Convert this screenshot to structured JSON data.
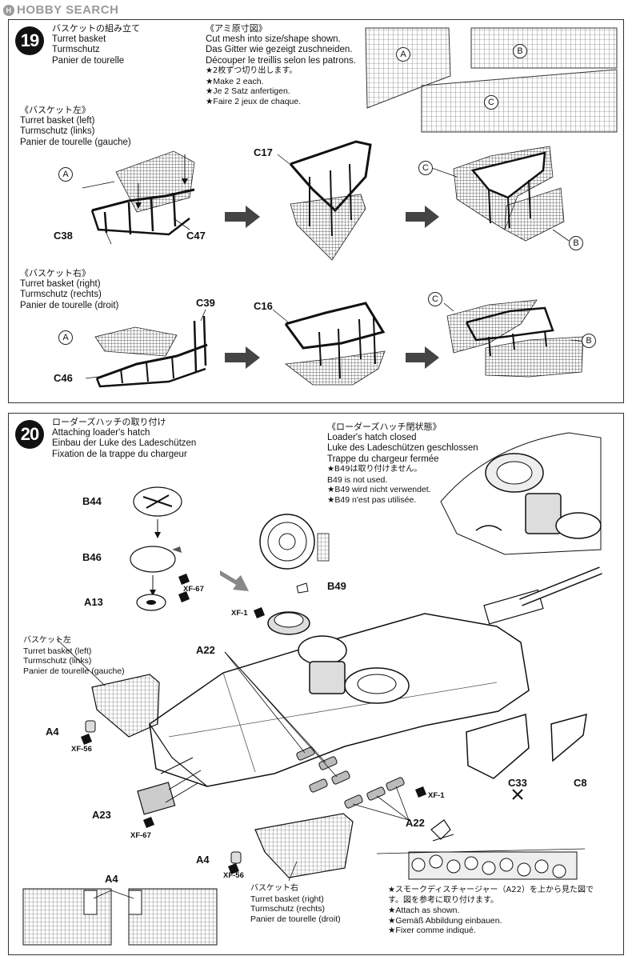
{
  "watermark": "HOBBY SEARCH",
  "step19": {
    "number": "19",
    "title_lines": [
      "バスケットの組み立て",
      "Turret basket",
      "Turmschutz",
      "Panier de tourelle"
    ],
    "mesh_title": "《アミ原寸図》",
    "mesh_lines": [
      "Cut mesh into size/shape shown.",
      "Das Gitter wie gezeigt zuschneiden.",
      "Découper le treillis selon les patrons."
    ],
    "make_lines": [
      "★2枚ずつ切り出します。",
      "★Make 2 each.",
      "★Je 2 Satz anfertigen.",
      "★Faire 2 jeux de chaque."
    ],
    "mesh_labels": [
      "A",
      "B",
      "C"
    ],
    "left": {
      "title_lines": [
        "《バスケット左》",
        "Turret basket (left)",
        "Turmschutz (links)",
        "Panier de tourelle (gauche)"
      ],
      "parts": {
        "a": "A",
        "c38": "C38",
        "c47": "C47",
        "c17": "C17",
        "c": "C",
        "b": "B"
      }
    },
    "right": {
      "title_lines": [
        "《バスケット右》",
        "Turret basket (right)",
        "Turmschutz (rechts)",
        "Panier de tourelle (droit)"
      ],
      "parts": {
        "a": "A",
        "c39": "C39",
        "c46": "C46",
        "c16": "C16",
        "c": "C",
        "b": "B"
      }
    }
  },
  "step20": {
    "number": "20",
    "title_lines": [
      "ローダーズハッチの取り付け",
      "Attaching loader's hatch",
      "Einbau der Luke des Ladeschützen",
      "Fixation de la trappe du chargeur"
    ],
    "closed_lines": [
      "《ローダーズハッチ閉状態》",
      "Loader's hatch closed",
      "Luke des Ladeschützen geschlossen",
      "Trappe du chargeur fermée"
    ],
    "b49_lines": [
      "★B49は取り付けません。",
      "B49 is not used.",
      "★B49 wird nicht verwendet.",
      "★B49 n'est pas utilisée."
    ],
    "parts": {
      "b44": "B44",
      "b46": "B46",
      "a13": "A13",
      "b49": "B49",
      "a22a": "A22",
      "a22b": "A22",
      "a4a": "A4",
      "a4b": "A4",
      "a4c": "A4",
      "a23": "A23",
      "c33": "C33",
      "c8": "C8"
    },
    "paints": {
      "xf67a": "XF-67",
      "xf1a": "XF-1",
      "xf56a": "XF-56",
      "xf67b": "XF-67",
      "xf1b": "XF-1",
      "xf56b": "XF-56"
    },
    "basket_left_lines": [
      "バスケット左",
      "Turret basket (left)",
      "Turmschutz (links)",
      "Panier de tourelle (gauche)"
    ],
    "basket_right_lines": [
      "バスケット右",
      "Turret basket (right)",
      "Turmschutz (rechts)",
      "Panier de tourelle (droit)"
    ],
    "note_lines": [
      "★スモークディスチャージャー（A22）を上から見た図で",
      "す。図を参考に取り付けます。",
      "★Attach as shown.",
      "★Gemäß Abbildung einbauen.",
      "★Fixer comme indiqué."
    ]
  },
  "colors": {
    "ink": "#111111",
    "mesh": "#555555",
    "frame": "#333333"
  }
}
